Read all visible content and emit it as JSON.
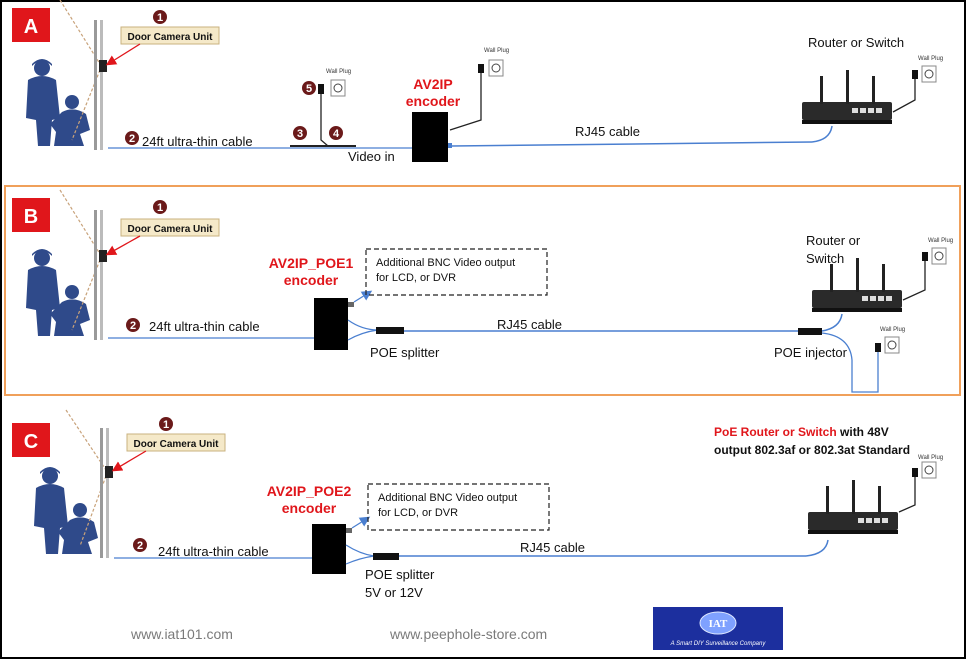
{
  "sections": {
    "a": {
      "letter": "A",
      "camera_label": "Door Camera Unit",
      "cable_label": "24ft ultra-thin cable",
      "video_in": "Video in",
      "encoder_line1": "AV2IP",
      "encoder_line2": "encoder",
      "rj45": "RJ45 cable",
      "router": "Router or Switch",
      "wall_plug": "Wall Plug",
      "nums": [
        "1",
        "2",
        "3",
        "4",
        "5"
      ]
    },
    "b": {
      "letter": "B",
      "camera_label": "Door Camera Unit",
      "cable_label": "24ft ultra-thin cable",
      "encoder_line1": "AV2IP_POE1",
      "encoder_line2": "encoder",
      "bnc_line1": "Additional BNC Video output",
      "bnc_line2": "for LCD, or DVR",
      "splitter": "POE splitter",
      "rj45": "RJ45 cable",
      "router_line1": "Router or",
      "router_line2": "Switch",
      "injector": "POE injector",
      "wall_plug": "Wall Plug",
      "nums": [
        "1",
        "2"
      ]
    },
    "c": {
      "letter": "C",
      "camera_label": "Door Camera Unit",
      "cable_label": "24ft ultra-thin cable",
      "encoder_line1": "AV2IP_POE2",
      "encoder_line2": "encoder",
      "bnc_line1": "Additional BNC Video output",
      "bnc_line2": "for LCD, or DVR",
      "splitter_line1": "POE splitter",
      "splitter_line2": "5V or 12V",
      "rj45": "RJ45 cable",
      "router_red": "PoE Router or Switch",
      "router_rest": " with 48V",
      "router_line2": "output  802.3af or 802.3at Standard",
      "wall_plug": "Wall Plug",
      "nums": [
        "1",
        "2"
      ]
    }
  },
  "footer": {
    "left": "www.iat101.com",
    "center": "www.peephole-store.com",
    "logo_text": "IAT",
    "logo_tagline": "A Smart DIY Surveillance Company"
  },
  "colors": {
    "badge_red": "#e0161b",
    "number_circle": "#6b1a1a",
    "silhouette": "#2f4a8a",
    "cable_blue": "#4a7fd0",
    "section_b_border": "#f0a05a",
    "logo_blue": "#1c2f9e"
  }
}
